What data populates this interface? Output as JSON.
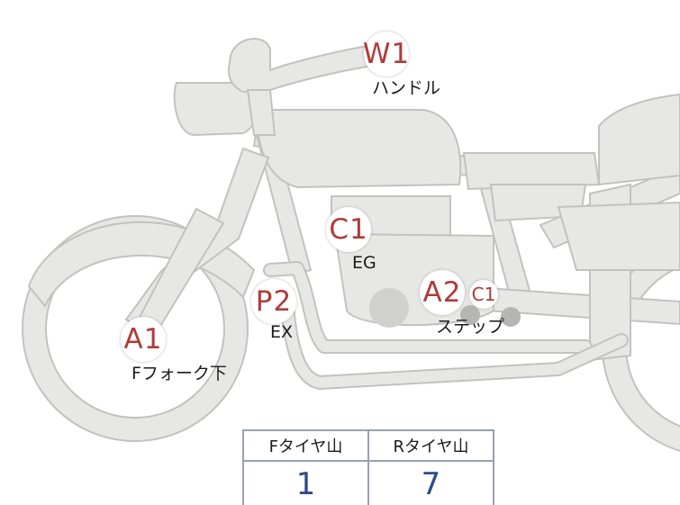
{
  "markers": {
    "w1": "W1",
    "c1_engine": "C1",
    "p2": "P2",
    "a2": "A2",
    "c1_step": "C1",
    "a1": "A1"
  },
  "labels": {
    "handle": "ハンドル",
    "engine": "EG",
    "exhaust": "EX",
    "step": "ステップ",
    "front_fork": "Fフォーク下"
  },
  "tire_table": {
    "headers": [
      "Fタイヤ山",
      "Rタイヤ山"
    ],
    "values": [
      "1",
      "7"
    ]
  },
  "colors": {
    "marker_text": "#b03a3a",
    "value_text": "#2d4a8a",
    "bike_fill": "#e7e7e5",
    "bike_stroke": "#c2c2c0"
  }
}
